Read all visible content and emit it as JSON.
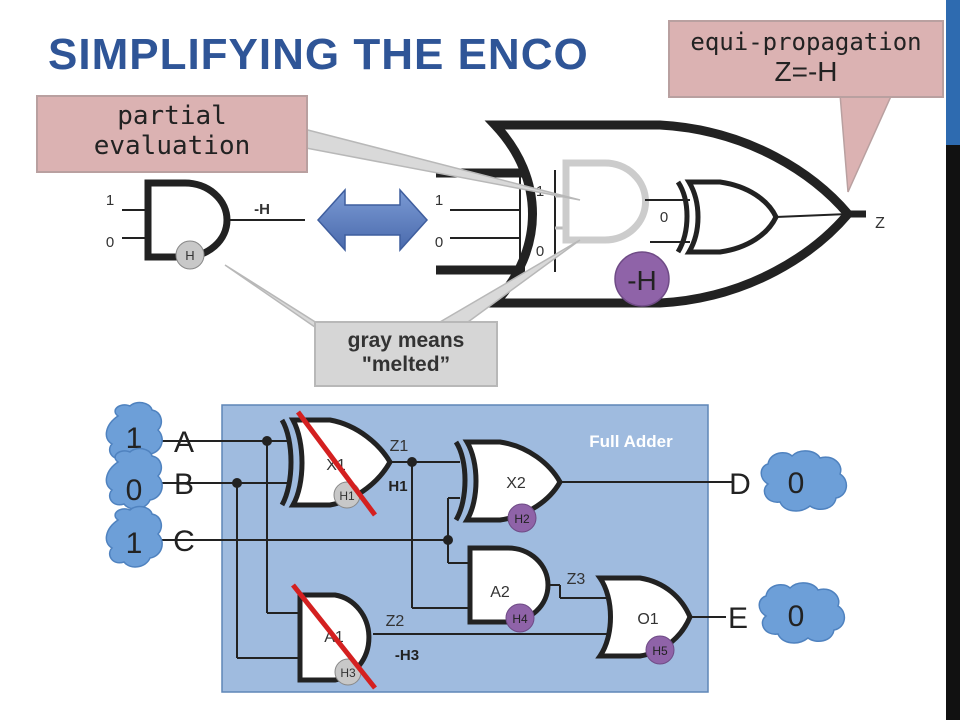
{
  "slide": {
    "title": "SIMPLIFYING THE ENCO",
    "callouts": {
      "equi_propagation_line1": "equi-propagation",
      "equi_propagation_line2": "Z=-H",
      "partial_evaluation_line1": "partial",
      "partial_evaluation_line2": "evaluation",
      "gray_means_line1": "gray means",
      "gray_means_line2": "\"melted”"
    },
    "top_diagram": {
      "left_gate": {
        "input_top": "1",
        "input_bottom": "0",
        "output_label": "-H",
        "gate_label": "H"
      },
      "middle": {
        "input_top": "1",
        "input_bottom": "0"
      },
      "big_gate": {
        "and_input_top": "1",
        "and_input_bottom": "0",
        "xor_input": "0",
        "badge": "-H",
        "output": "Z"
      }
    },
    "full_adder": {
      "title": "Full Adder",
      "inputs": [
        {
          "name": "A",
          "cloud_value": "1"
        },
        {
          "name": "B",
          "cloud_value": "0"
        },
        {
          "name": "C",
          "cloud_value": "1"
        }
      ],
      "outputs": [
        {
          "name": "D",
          "cloud_value": "0"
        },
        {
          "name": "E",
          "cloud_value": "0"
        }
      ],
      "gates": {
        "x1": {
          "name": "X1",
          "sub": "H1"
        },
        "x2": {
          "name": "X2",
          "sub": "H2"
        },
        "a1": {
          "name": "A1",
          "sub": "H3"
        },
        "a2": {
          "name": "A2",
          "sub": "H4"
        },
        "o1": {
          "name": "O1",
          "sub": "H5"
        }
      },
      "wire_labels": {
        "z1": "Z1",
        "z2": "Z2",
        "z3": "Z3",
        "h1": "H1",
        "neg_h3": "-H3"
      }
    },
    "colors": {
      "title": "#2f5597",
      "callout_pink": "#dbb2b2",
      "callout_gray": "#d6d6d6",
      "panel_blue": "#9fbbdf",
      "badge_purple": "#8f63a8",
      "badge_gray": "#c8c8c8",
      "cloud_blue": "#6d9fd8",
      "strike_red": "#d42020",
      "arrow_blue": "#5b7fbf"
    }
  }
}
